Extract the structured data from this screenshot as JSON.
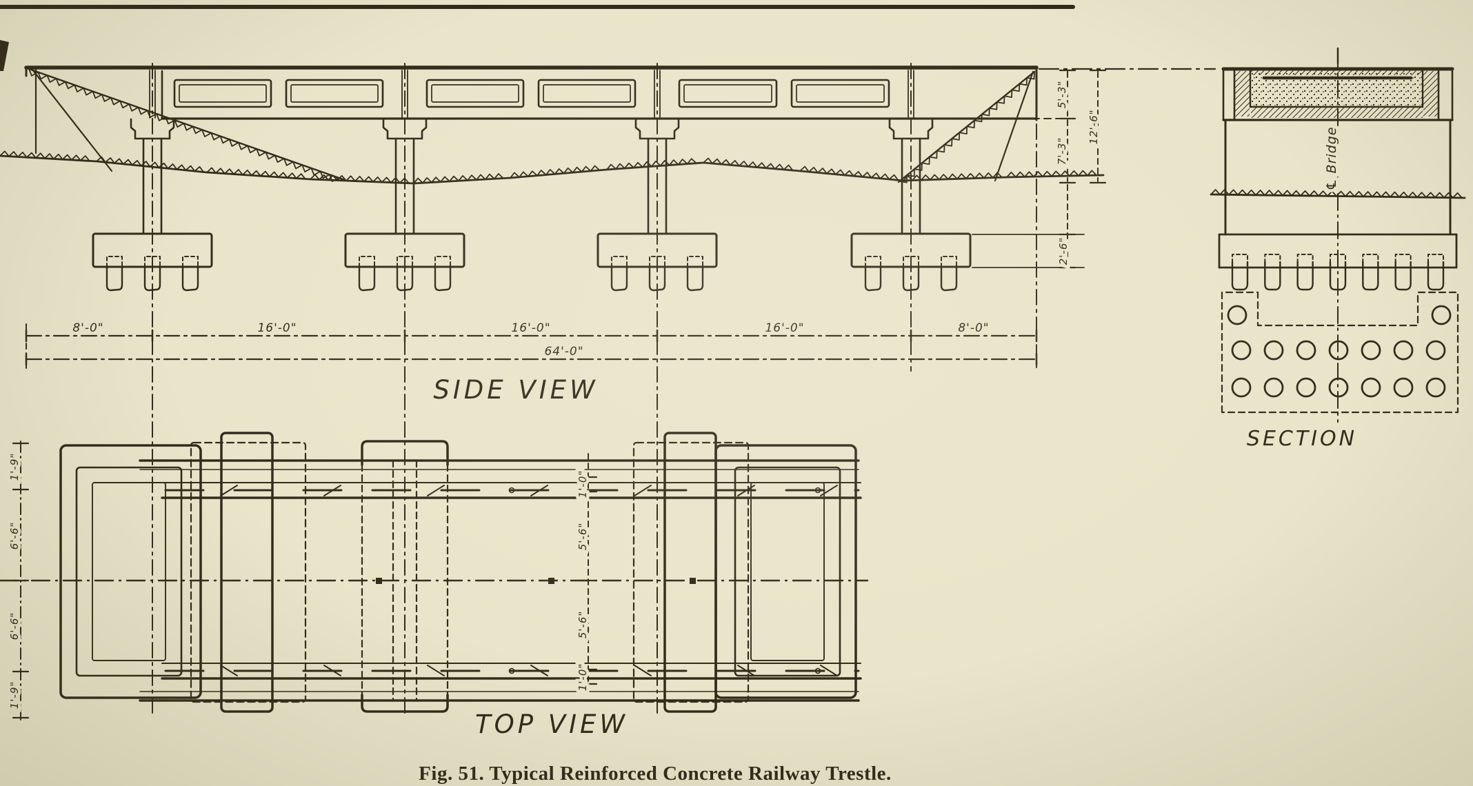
{
  "page": {
    "background": "#e9e4ca",
    "ink": "#332b1a",
    "caption": "Fig. 51.  Typical Reinforced Concrete Railway Trestle."
  },
  "side_view": {
    "label": "SIDE VIEW",
    "span_dims": [
      "8'-0\"",
      "16'-0\"",
      "16'-0\"",
      "16'-0\"",
      "8'-0\""
    ],
    "overall_dim": "64'-0\"",
    "height_dims": {
      "deck_to_base_of_rail": "5'-3\"",
      "base_to_ground": "7'-3\"",
      "deck_to_ground": "12'-6\"",
      "footing_depth": "2'-6\""
    }
  },
  "top_view": {
    "label": "TOP VIEW",
    "width_dims": [
      "1'-9\"",
      "6'-6\"",
      "6'-6\"",
      "1'-9\""
    ],
    "track_dims": [
      "1'-0\"",
      "5'-6\"",
      "5'-6\"",
      "1'-0\""
    ]
  },
  "section_view": {
    "label": "SECTION",
    "centerline_label": "℄ Bridge"
  }
}
